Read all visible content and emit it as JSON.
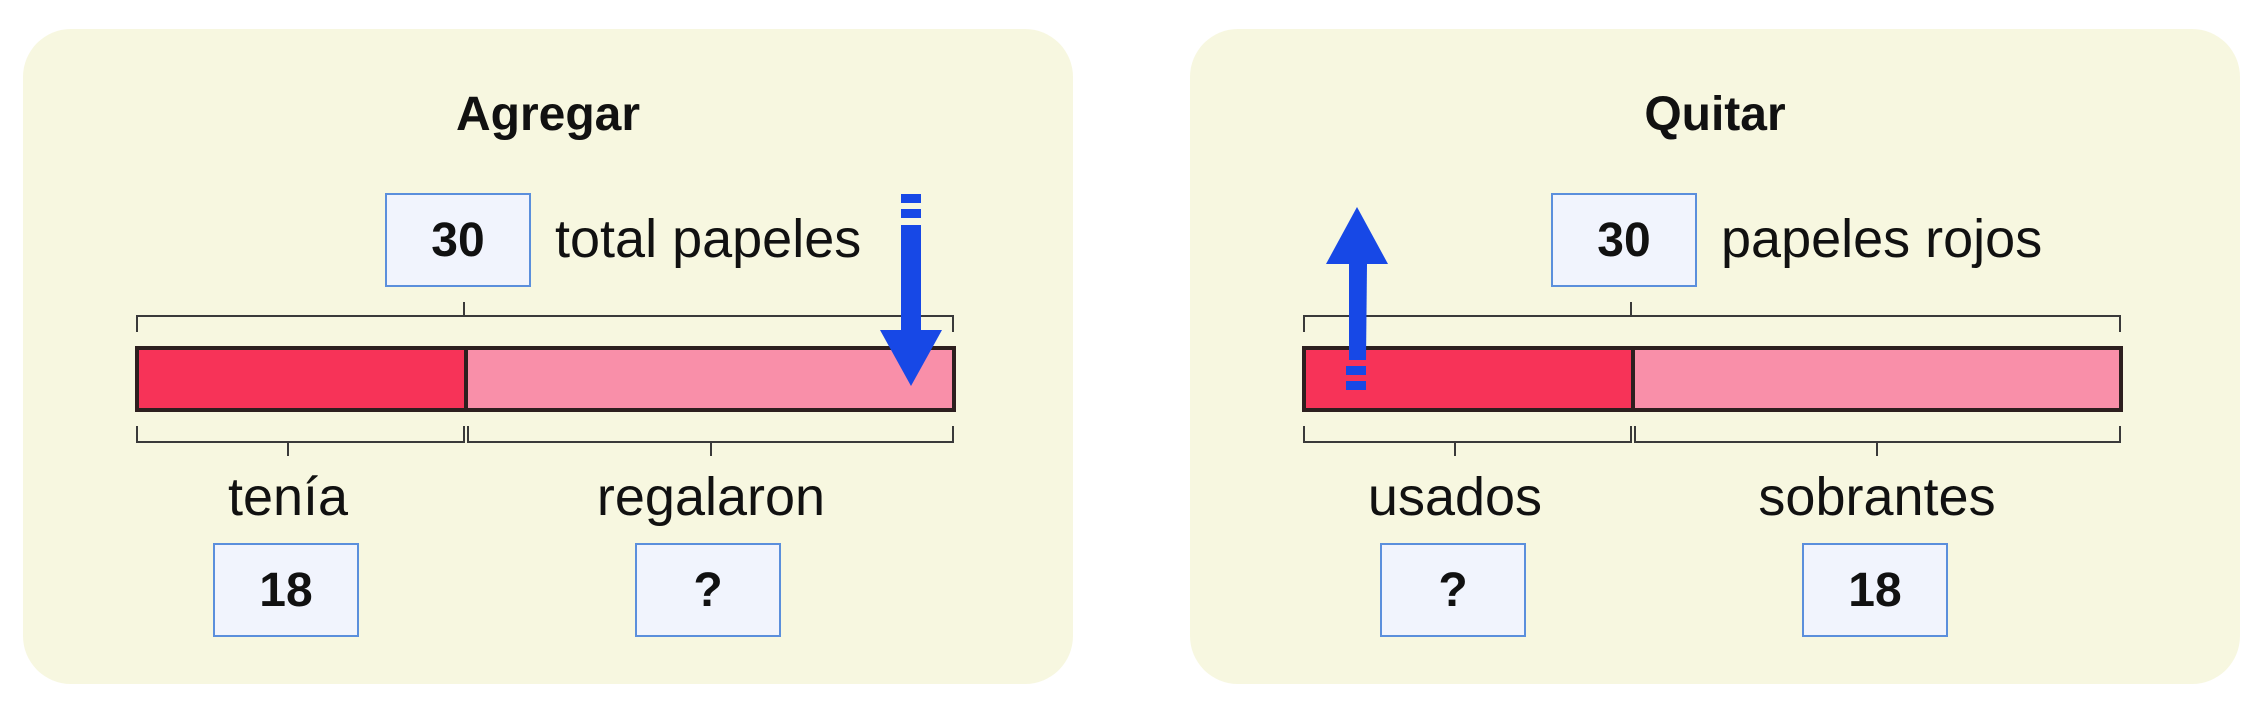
{
  "agregar": {
    "title": "Agregar",
    "total_value": "30",
    "total_label": "total papeles",
    "part1_label": "tenía",
    "part1_value": "18",
    "part2_label": "regalaron",
    "part2_value": "?",
    "arrow_direction": "down",
    "arrow_icon": "down-arrow-icon"
  },
  "quitar": {
    "title": "Quitar",
    "total_value": "30",
    "total_label": "papeles rojos",
    "part1_label": "usados",
    "part1_value": "?",
    "part2_label": "sobrantes",
    "part2_value": "18",
    "arrow_direction": "up",
    "arrow_icon": "up-arrow-icon"
  },
  "colors": {
    "panel_bg": "#f7f7e0",
    "bar_dark": "#f73358",
    "bar_light": "#f98fa9",
    "bar_border": "#2d1f1f",
    "box_bg": "#f1f4fd",
    "box_border": "#5b8fdc",
    "arrow": "#1748e6"
  }
}
